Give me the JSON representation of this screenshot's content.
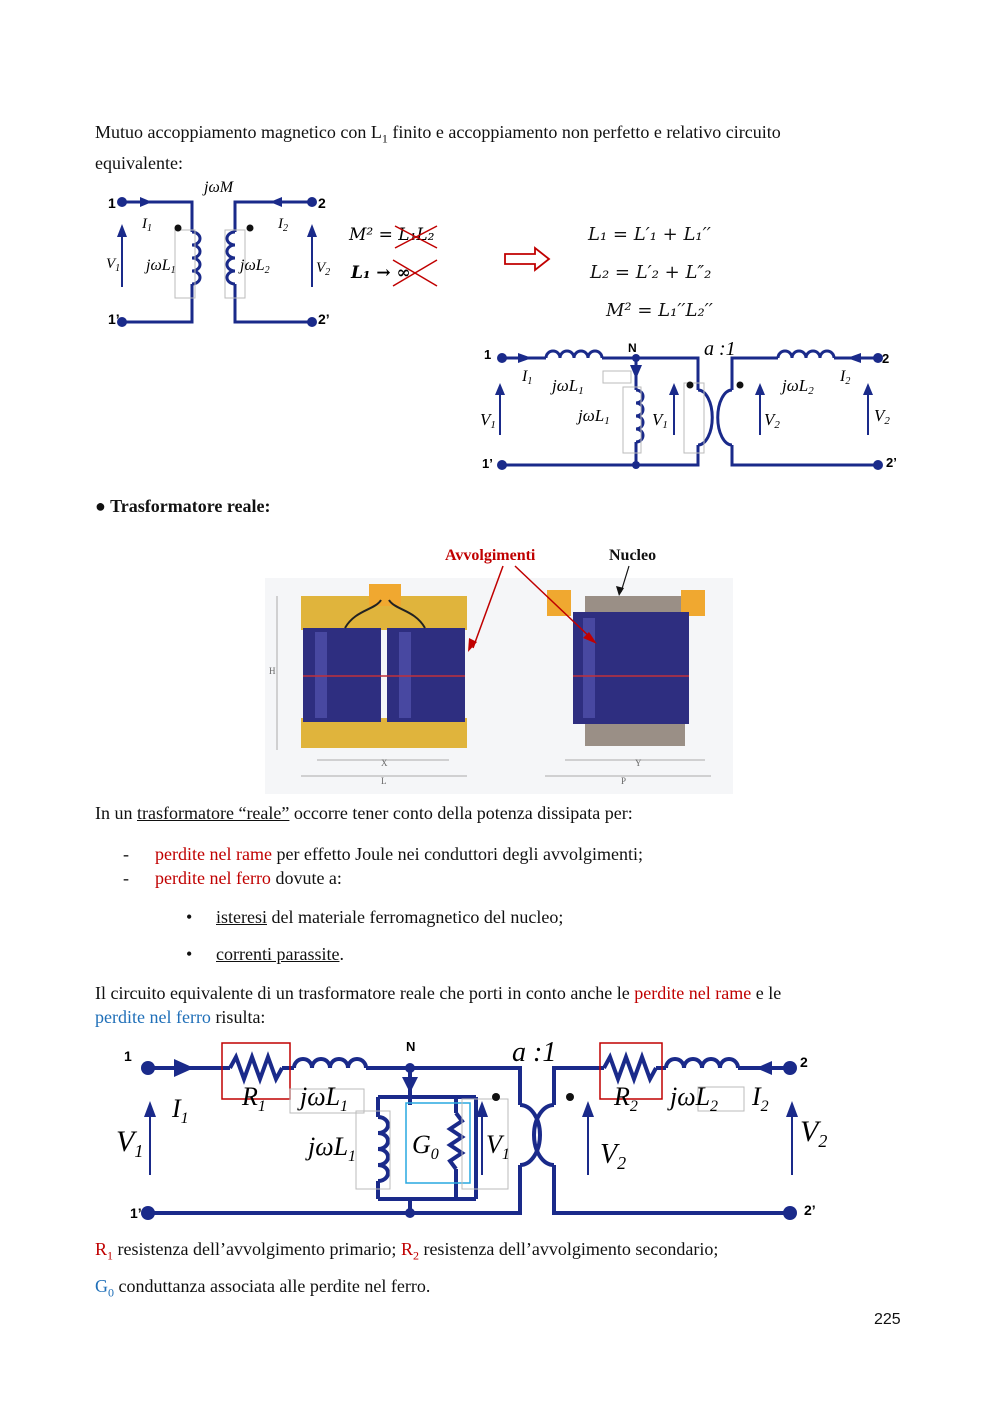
{
  "intro": {
    "text_part1": "Mutuo accoppiamento magnetico con L",
    "sub": "1",
    "text_part2": " finito e accoppiamento non perfetto e relativo circuito",
    "line2": "equivalente:"
  },
  "circuit1": {
    "mutual": "jωM",
    "node1": "1",
    "node1p": "1’",
    "node2": "2",
    "node2p": "2’",
    "i1": "I",
    "i1s": "1",
    "i2": "I",
    "i2s": "2",
    "v1": "V",
    "v1s": "1",
    "v2": "V",
    "v2s": "2",
    "l1": "jωL",
    "l1s": "1",
    "l2": "jωL",
    "l2s": "2"
  },
  "crossed": {
    "eq1": "M² = L₁L₂",
    "eq2": "L₁ → ∞"
  },
  "equations": {
    "eq1": "L₁ = L′₁ + L₁′′",
    "eq2": "L₂ = L′₂ + L″₂",
    "eq3": "M² = L₁′′L₂′′"
  },
  "circuit2": {
    "n1": "1",
    "n1p": "1’",
    "n2": "2",
    "n2p": "2’",
    "N": "N",
    "ratio": "a :1",
    "i1": "I",
    "i1s": "1",
    "i2": "I",
    "i2s": "2",
    "l1p": "jωL",
    "l1ps": "1",
    "l1pp": "jωL",
    "l1pps": "1",
    "l2p": "jωL",
    "l2ps": "2",
    "v1": "V",
    "v1s": "1",
    "v1p": "V",
    "v1ps": "1",
    "v2p": "V",
    "v2ps": "2",
    "v2": "V",
    "v2s": "2"
  },
  "heading": {
    "bullet": "●",
    "text": "Trasformatore reale:"
  },
  "figure": {
    "label_windings": "Avvolgimenti",
    "label_core": "Nucleo",
    "dim_H": "H",
    "dim_X": "X",
    "dim_L": "L",
    "dim_Y": "Y",
    "dim_P": "P"
  },
  "para1": {
    "pre": "In un ",
    "link": "trasformatore “reale”",
    "post": " occorre tener conto della potenza dissipata per:"
  },
  "list": [
    {
      "dash": "-",
      "red": "perdite nel rame",
      "rest": " per effetto Joule nei conduttori degli avvolgimenti;"
    },
    {
      "dash": "-",
      "red": "perdite nel ferro",
      "rest": " dovute a:"
    }
  ],
  "sublist": [
    {
      "bullet": "•",
      "u": "isteresi",
      "rest": " del materiale ferromagnetico del nucleo;"
    },
    {
      "bullet": "•",
      "u": "correnti parassite",
      "rest": "."
    }
  ],
  "para2": {
    "pre": "Il circuito equivalente di un trasformatore reale che porti in conto anche le ",
    "red": "perdite nel rame",
    "mid": " e le",
    "blue": "perdite nel ferro",
    "post": " risulta:"
  },
  "circuit3": {
    "n1": "1",
    "n1p": "1’",
    "n2": "2",
    "n2p": "2’",
    "N": "N",
    "ratio": "a :1",
    "r1": "R",
    "r1s": "1",
    "r2": "R",
    "r2s": "2",
    "l1p": "jωL",
    "l1ps": "1",
    "l1pp": "jωL",
    "l1pps": "1",
    "l2p": "jωL",
    "l2ps": "2",
    "g0": "G",
    "g0s": "0",
    "i1": "I",
    "i1s": "1",
    "i2": "I",
    "i2s": "2",
    "v1": "V",
    "v1s": "1",
    "v1p": "V",
    "v1ps": "1",
    "v2p": "V",
    "v2ps": "2",
    "v2": "V",
    "v2s": "2"
  },
  "notes": {
    "r1": "R",
    "r1s": "1",
    "r1text": " resistenza dell’avvolgimento primario; ",
    "r2": "R",
    "r2s": "2",
    "r2text": " resistenza dell’avvolgimento secondario;",
    "g0": "G",
    "g0s": "0",
    "g0text": " conduttanza associata alle perdite nel ferro."
  },
  "page_number": "225",
  "colors": {
    "wire": "#1a2a8a",
    "red": "#c00000",
    "blue": "#1f6fb8",
    "cyan": "#29a8e0"
  }
}
